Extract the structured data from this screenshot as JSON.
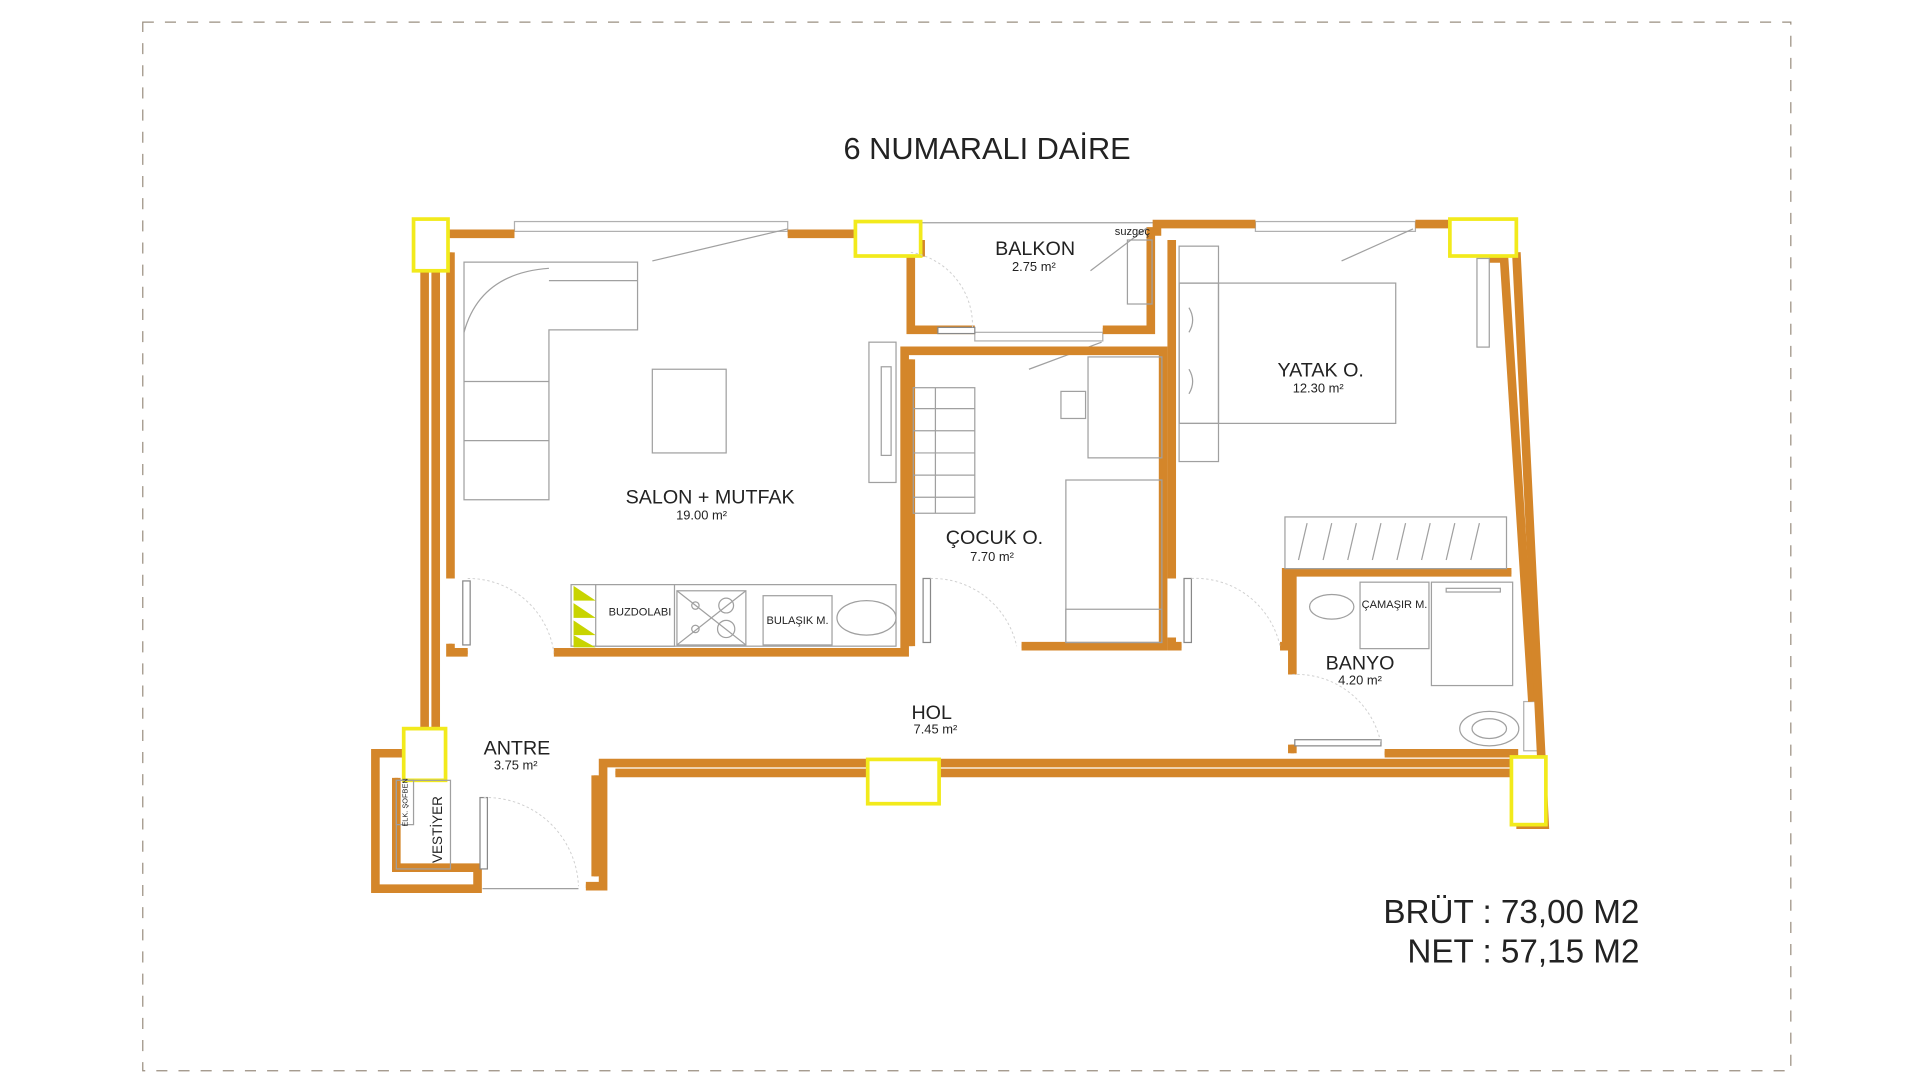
{
  "title": "6 NUMARALI DAİRE",
  "rooms": {
    "salon": {
      "name": "SALON + MUTFAK",
      "area": "19.00 m²"
    },
    "balkon": {
      "name": "BALKON",
      "area": "2.75 m²"
    },
    "cocuk": {
      "name": "ÇOCUK O.",
      "area": "7.70 m²"
    },
    "yatak": {
      "name": "YATAK O.",
      "area": "12.30 m²"
    },
    "banyo": {
      "name": "BANYO",
      "area": "4.20 m²"
    },
    "hol": {
      "name": "HOL",
      "area": "7.45 m²"
    },
    "antre": {
      "name": "ANTRE",
      "area": "3.75 m²"
    }
  },
  "fixtures": {
    "buzdolabi": "BUZDOLABI",
    "bulasik": "BULAŞIK M.",
    "camasir": "ÇAMAŞIR M.",
    "vestiyer": "VESTİYER",
    "sofben": "ELK. ŞOFBEN",
    "suzgec": "suzgeç"
  },
  "totals": {
    "brut": "BRÜT : 73,00 M2",
    "net": "NET : 57,15 M2"
  },
  "colors": {
    "wall": "#d4862a",
    "column": "#f2ea1c",
    "fridge_marker": "#c8d400"
  }
}
